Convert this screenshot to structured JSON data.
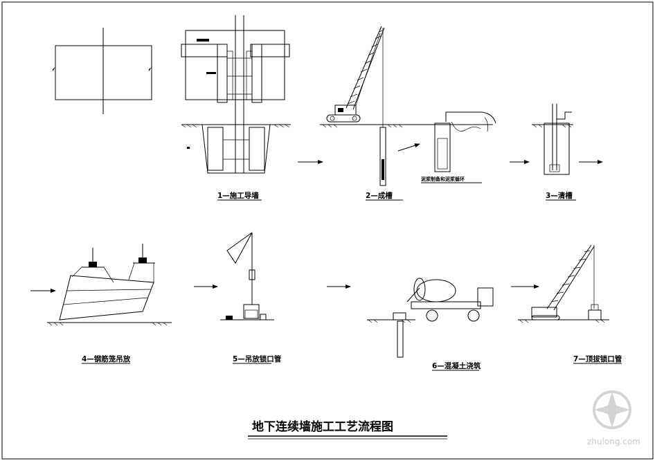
{
  "diagram": {
    "title": "地下连续墙施工工艺流程图",
    "steps": [
      {
        "label": "1—施工导墙"
      },
      {
        "label": "2—成槽"
      },
      {
        "label": "3—清槽"
      },
      {
        "label": "4—钢筋笼吊放"
      },
      {
        "label": "5—吊放锁口管"
      },
      {
        "label": "6—混凝土浇筑"
      },
      {
        "label": "7—顶拔锁口管"
      }
    ],
    "slurry_note": "泥浆制备和泥浆循环"
  },
  "watermark": {
    "text": "zhulong.com"
  }
}
